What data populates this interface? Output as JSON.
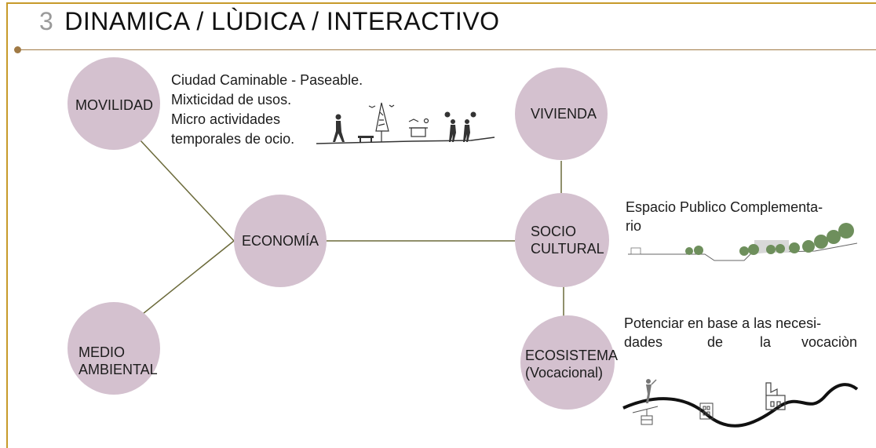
{
  "header": {
    "number": "3",
    "title": "DINAMICA / LÙDICA / INTERACTIVO"
  },
  "nodes": {
    "movilidad": "MOVILIDAD",
    "economia": "ECONOMÍA",
    "medio_ambiental": [
      "MEDIO",
      "AMBIENTAL"
    ],
    "vivienda": "VIVIENDA",
    "socio_cultural": [
      "SOCIO",
      "CULTURAL"
    ],
    "ecosistema": [
      "ECOSISTEMA",
      "(Vocacional)"
    ]
  },
  "notes": {
    "movilidad": [
      "Ciudad Caminable - Paseable.",
      "Mixticidad de usos.",
      "Micro actividades",
      "temporales de ocio."
    ],
    "socio_cultural": [
      "Espacio Publico Complementa-",
      "rio"
    ],
    "ecosistema": [
      "Potenciar en base a las necesi-",
      "dades",
      "de",
      "la",
      "vocaciòn"
    ]
  },
  "colors": {
    "frame": "#c79a2a",
    "node_fill": "#d4c1cf",
    "connector": "#6b6a3a"
  }
}
